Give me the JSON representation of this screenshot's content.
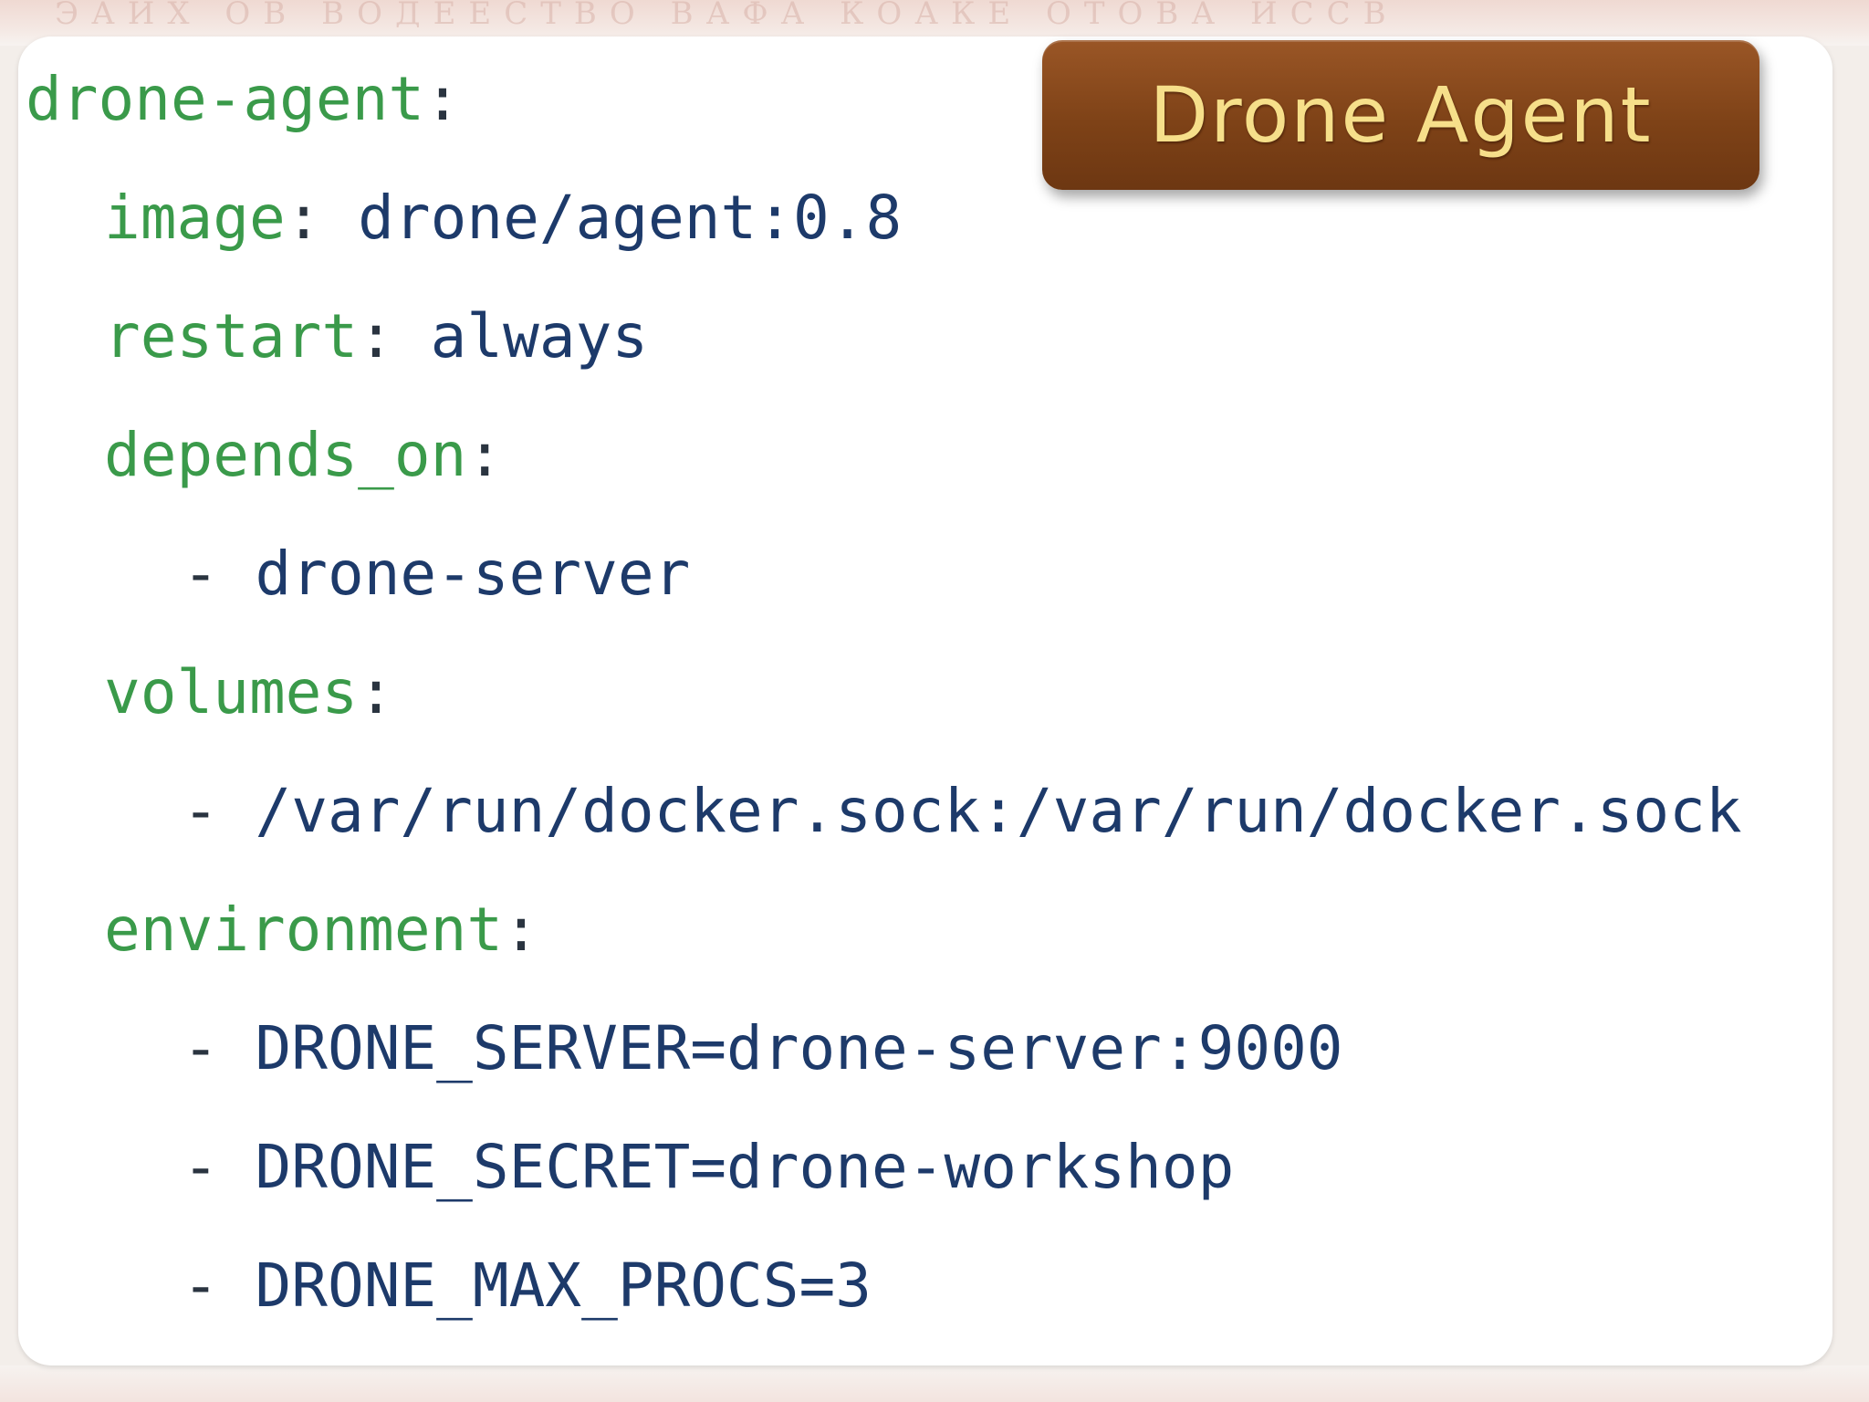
{
  "slide": {
    "title": "Drone Agent",
    "background_text": "ЭАИХ ОВ ВОДЕЕСТВО ВАФА КОАКЕ ОТОВА ИССВ"
  },
  "code": {
    "language": "yaml",
    "lines": [
      {
        "indent": 0,
        "dash": "",
        "key": "drone-agent",
        "colon": ":",
        "value": ""
      },
      {
        "indent": 1,
        "dash": "",
        "key": "image",
        "colon": ":",
        "value": " drone/agent:0.8"
      },
      {
        "indent": 1,
        "dash": "",
        "key": "restart",
        "colon": ":",
        "value": " always"
      },
      {
        "indent": 1,
        "dash": "",
        "key": "depends_on",
        "colon": ":",
        "value": ""
      },
      {
        "indent": 2,
        "dash": "- ",
        "key": "",
        "colon": "",
        "value": "drone-server"
      },
      {
        "indent": 1,
        "dash": "",
        "key": "volumes",
        "colon": ":",
        "value": ""
      },
      {
        "indent": 2,
        "dash": "- ",
        "key": "",
        "colon": "",
        "value": "/var/run/docker.sock:/var/run/docker.sock"
      },
      {
        "indent": 1,
        "dash": "",
        "key": "environment",
        "colon": ":",
        "value": ""
      },
      {
        "indent": 2,
        "dash": "- ",
        "key": "",
        "colon": "",
        "value": "DRONE_SERVER=drone-server:9000"
      },
      {
        "indent": 2,
        "dash": "- ",
        "key": "",
        "colon": "",
        "value": "DRONE_SECRET=drone-workshop"
      },
      {
        "indent": 2,
        "dash": "- ",
        "key": "",
        "colon": "",
        "value": "DRONE_MAX_PROCS=3"
      }
    ]
  },
  "colors": {
    "key": "#3a9a4a",
    "value": "#1d3a6a",
    "punctuation": "#2a3440",
    "badge": "#7e4217",
    "badge_text": "#f6df8a"
  }
}
